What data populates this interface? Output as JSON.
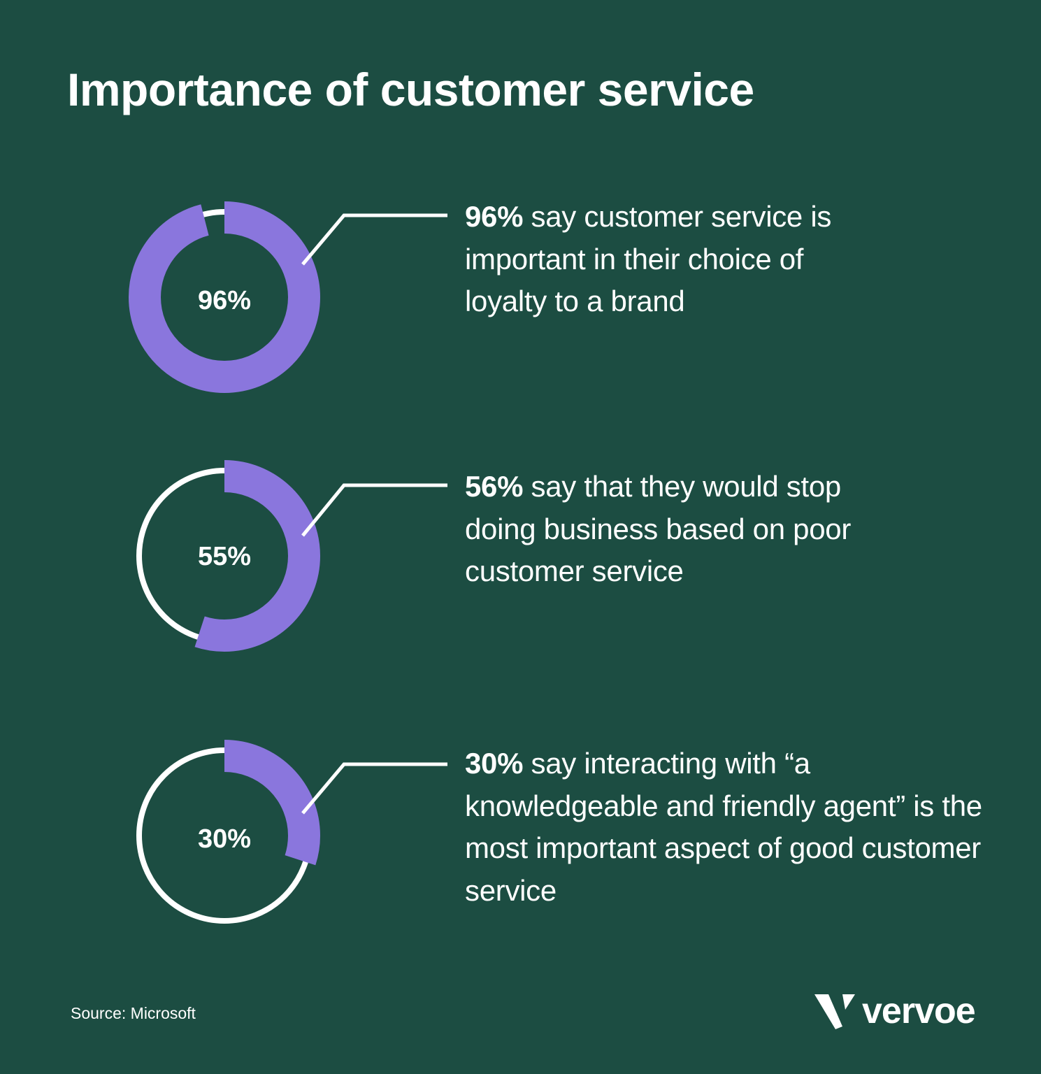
{
  "header": {
    "title": "Importance of customer service"
  },
  "colors": {
    "background": "#1c4d42",
    "accent": "#8a76dd",
    "track": "#ffffff",
    "text": "#ffffff"
  },
  "stats": [
    {
      "center_label": "96%",
      "value": 96,
      "highlight": "96%",
      "text": " say customer service is important in their choice of loyalty to a brand"
    },
    {
      "center_label": "55%",
      "value": 55,
      "highlight": "56%",
      "text": " say that they would stop doing business based on poor customer service"
    },
    {
      "center_label": "30%",
      "value": 30,
      "highlight": "30%",
      "text": " say interacting with “a knowledgeable and friendly agent” is the most important aspect of good customer service"
    }
  ],
  "footer": {
    "source": "Source: Microsoft",
    "brand": "vervoe"
  },
  "chart_data": {
    "type": "pie",
    "title": "Importance of customer service",
    "subtype": "donut",
    "charts": [
      {
        "label": "96%",
        "value": 96,
        "remainder": 4,
        "annotation": "96% say customer service is important in their choice of loyalty to a brand"
      },
      {
        "label": "55%",
        "value": 55,
        "remainder": 45,
        "annotation": "56% say that they would stop doing business based on poor customer service"
      },
      {
        "label": "30%",
        "value": 30,
        "remainder": 70,
        "annotation": "30% say interacting with “a knowledgeable and friendly agent” is the most important aspect of good customer service"
      }
    ],
    "source": "Source: Microsoft"
  }
}
